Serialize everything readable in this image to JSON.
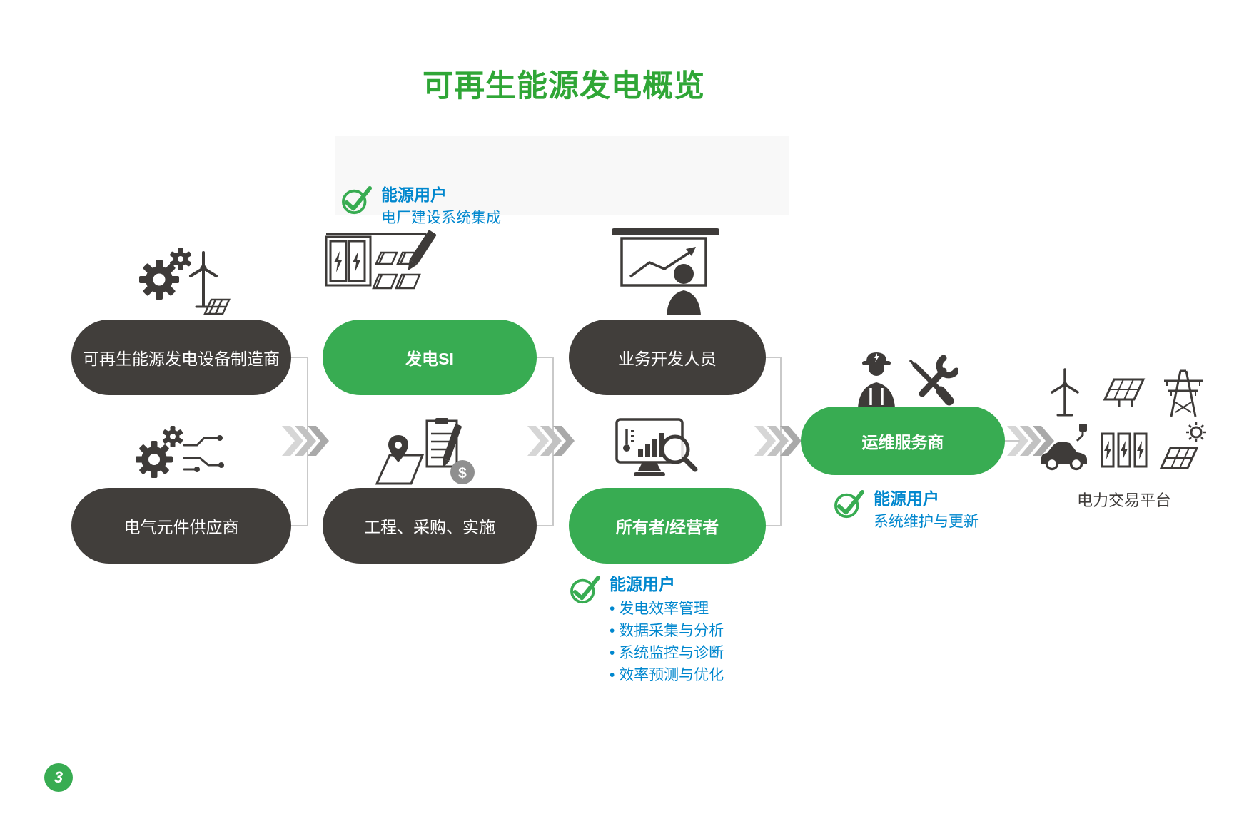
{
  "colors": {
    "brand_green": "#2FA636",
    "pill_green": "#38AC52",
    "pill_dark": "#413E3B",
    "accent_blue": "#0087CE",
    "icon_gray": "#3E3B39",
    "arrow_gray": "#BDBDBD"
  },
  "page": {
    "title": "可再生能源发电概览",
    "page_number": "3"
  },
  "pills": {
    "manufacturer": {
      "label": "可再生能源发电设备制造商"
    },
    "power_si": {
      "label": "发电SI"
    },
    "business_dev": {
      "label": "业务开发人员"
    },
    "supplier": {
      "label": "电气元件供应商"
    },
    "epc": {
      "label": "工程、采购、实施"
    },
    "owner": {
      "label": "所有者/经营者"
    },
    "om": {
      "label": "运维服务商"
    }
  },
  "annotations": {
    "si": {
      "title": "能源用户",
      "subtitle": "电厂建设系统集成"
    },
    "owner": {
      "title": "能源用户",
      "bullets": [
        "发电效率管理",
        "数据采集与分析",
        "系统监控与诊断",
        "效率预测与优化"
      ]
    },
    "om": {
      "title": "能源用户",
      "subtitle": "系统维护与更新"
    }
  },
  "trading": {
    "label": "电力交易平台"
  },
  "icons": {
    "epc_coin_symbol": "$",
    "names": [
      "manufacturer-icon",
      "power-si-icon",
      "business-developer-icon",
      "component-supplier-icon",
      "epc-icon",
      "owner-operator-icon",
      "om-service-icon",
      "wind-turbine-icon",
      "solar-panel-icon",
      "transmission-tower-icon",
      "ev-charging-icon",
      "battery-storage-icon",
      "solar-energy-icon",
      "check-icon",
      "flow-arrow-icon"
    ]
  }
}
